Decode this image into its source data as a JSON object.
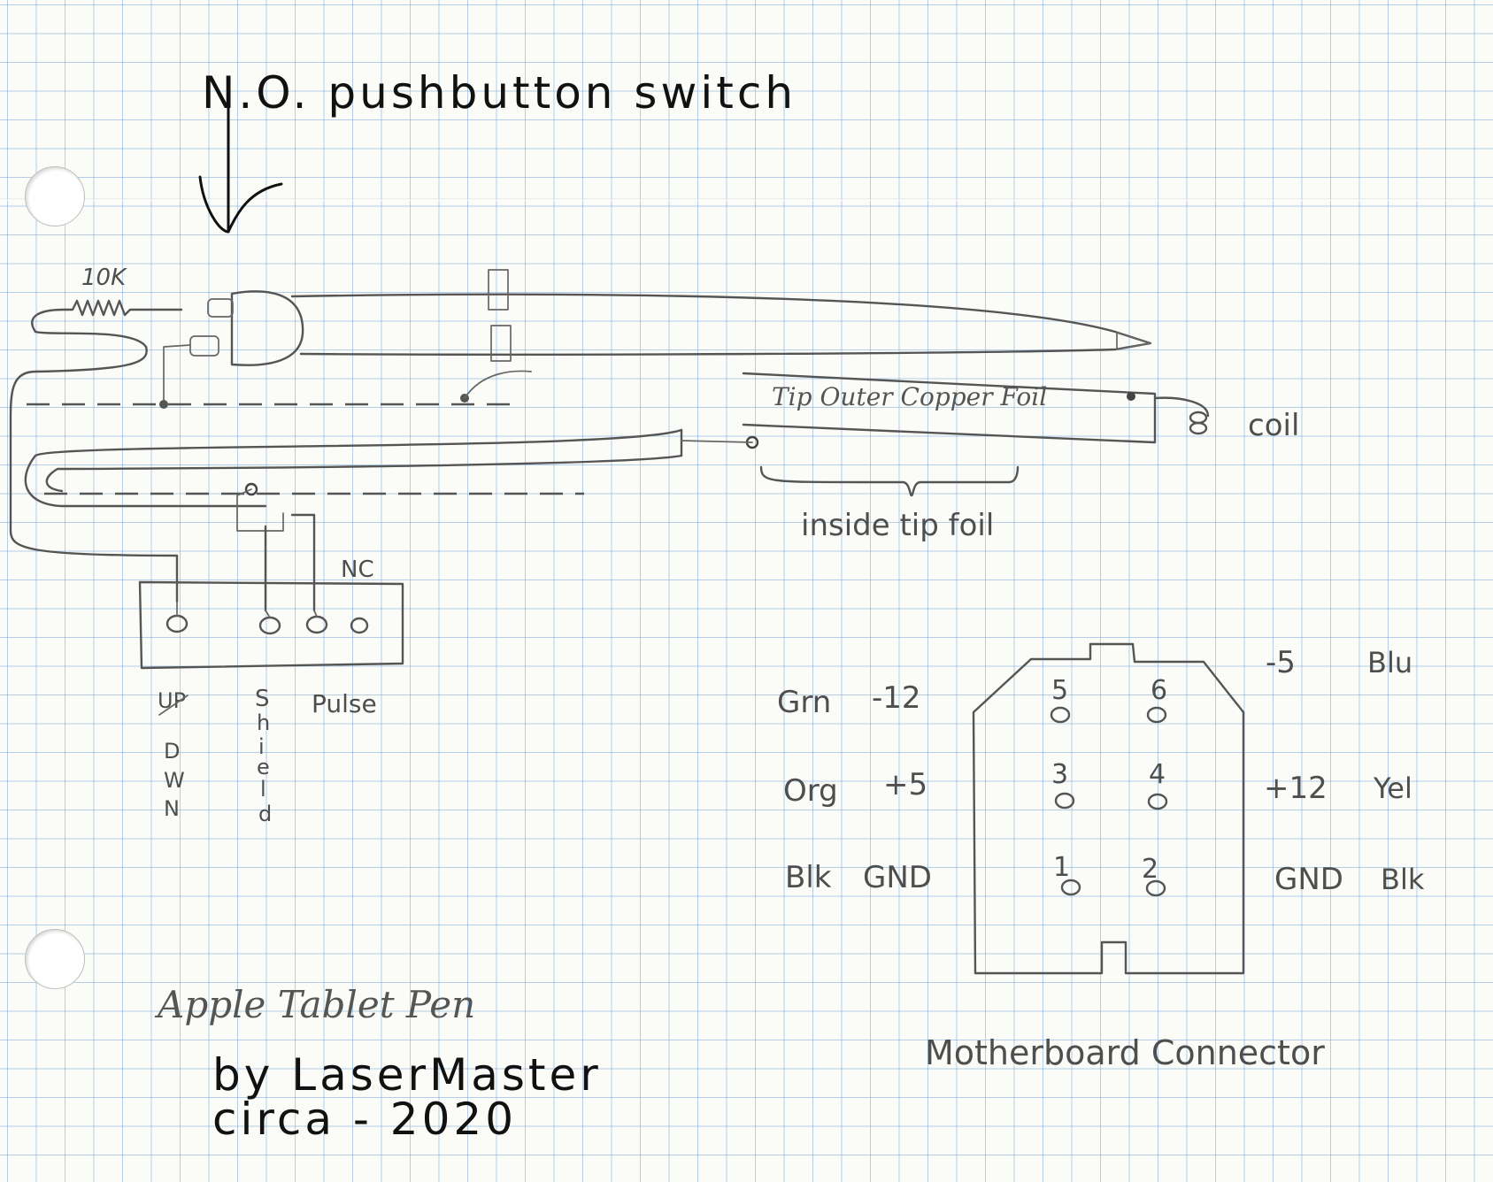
{
  "header": {
    "title": "N.O. pushbutton switch"
  },
  "pen": {
    "resistor_label": "10K",
    "tip_outer_foil_label": "Tip Outer Copper Foil",
    "coil_label": "coil",
    "inside_tip_foil_label": "inside tip foil",
    "nc_label": "NC",
    "pins": {
      "up_down": [
        "UP",
        "D",
        "W",
        "N"
      ],
      "shield": [
        "S",
        "h",
        "i",
        "e",
        "l",
        "d"
      ],
      "pulse": "Pulse"
    },
    "title": "Apple Tablet Pen"
  },
  "connector": {
    "title": "Motherboard Connector",
    "pins": [
      {
        "number": "5",
        "wire": "Grn",
        "signal": "-12"
      },
      {
        "number": "6",
        "signal": "-5",
        "wire": "Blu"
      },
      {
        "number": "3",
        "wire": "Org",
        "signal": "+5"
      },
      {
        "number": "4",
        "signal": "+12",
        "wire": "Yel"
      },
      {
        "number": "1",
        "wire": "Blk",
        "signal": "GND"
      },
      {
        "number": "2",
        "signal": "GND",
        "wire": "Blk"
      }
    ]
  },
  "credit": {
    "line1": "by LaserMaster",
    "line2": "circa - 2020"
  }
}
